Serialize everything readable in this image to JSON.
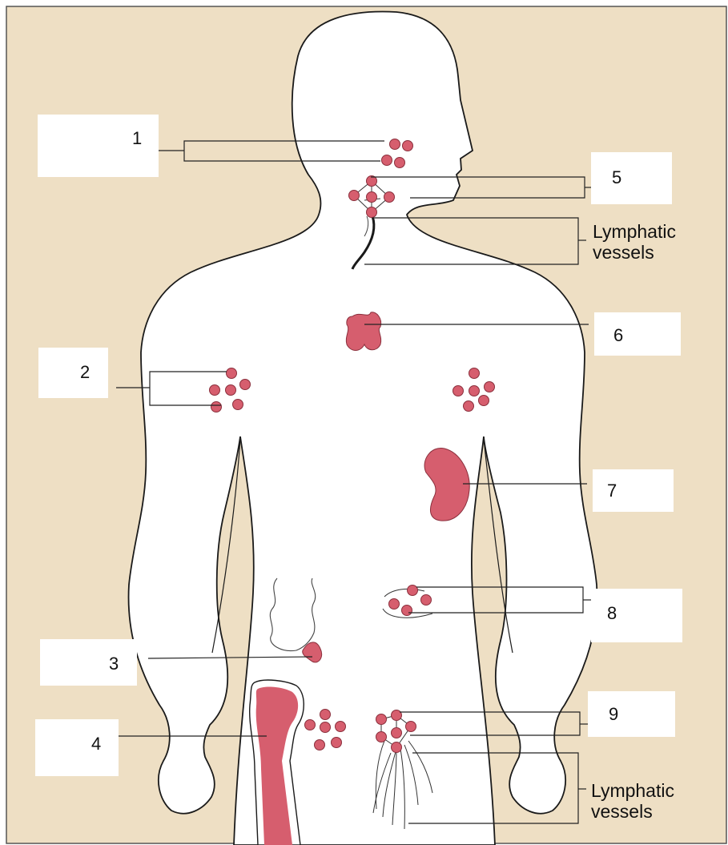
{
  "diagram": {
    "colors": {
      "background": "#eedfc4",
      "body_fill": "#ffffff",
      "outline": "#1a1a1a",
      "organ": "#d65e6e",
      "node_stroke": "#8a2f3c",
      "label_box": "#ffffff",
      "leader_line": "#222222"
    },
    "labels": [
      {
        "id": "1",
        "text": "1"
      },
      {
        "id": "2",
        "text": "2"
      },
      {
        "id": "3",
        "text": "3"
      },
      {
        "id": "4",
        "text": "4"
      },
      {
        "id": "5",
        "text": "5"
      },
      {
        "id": "6",
        "text": "6"
      },
      {
        "id": "7",
        "text": "7"
      },
      {
        "id": "8",
        "text": "8"
      },
      {
        "id": "9",
        "text": "9"
      }
    ],
    "vessel_label_top": {
      "line1": "Lymphatic",
      "line2": "vessels"
    },
    "vessel_label_bottom": {
      "line1": "Lymphatic",
      "line2": "vessels"
    }
  }
}
